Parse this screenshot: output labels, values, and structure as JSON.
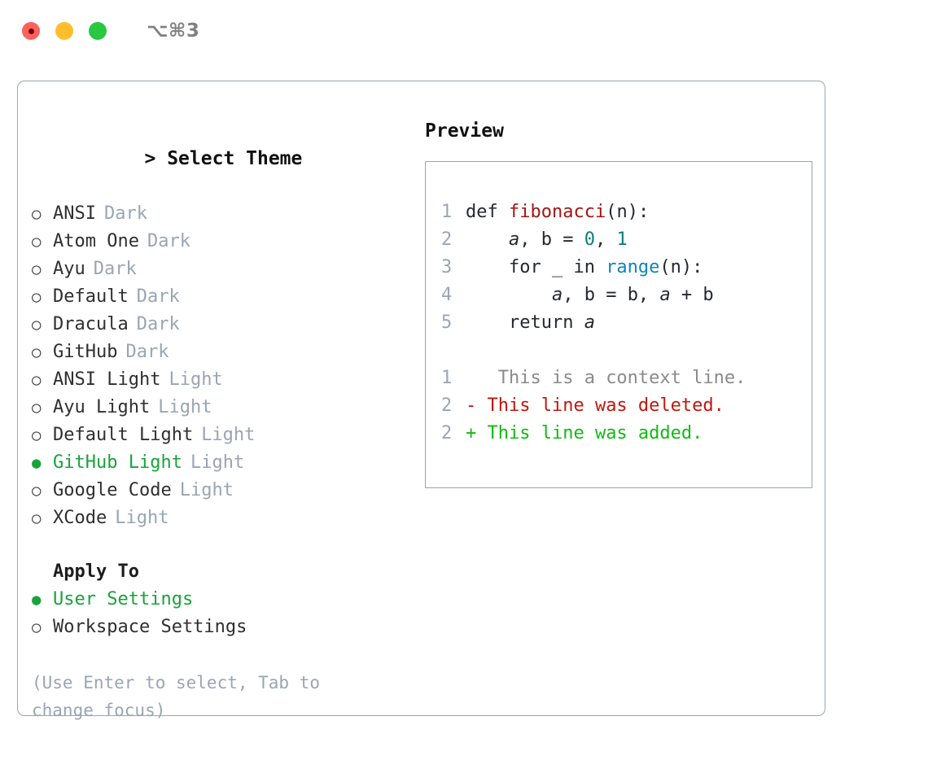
{
  "titlebar": {
    "shortcut": "⌥⌘3",
    "buttons": [
      {
        "name": "close",
        "color": "#ff6059"
      },
      {
        "name": "minimize",
        "color": "#ffbd2e"
      },
      {
        "name": "maximize",
        "color": "#28c840"
      }
    ]
  },
  "theme_picker": {
    "caret": ">",
    "title": "Select Theme",
    "bullet_unselected": "○",
    "bullet_selected": "●",
    "items": [
      {
        "label": "ANSI",
        "tag": "Dark",
        "selected": false
      },
      {
        "label": "Atom One",
        "tag": "Dark",
        "selected": false
      },
      {
        "label": "Ayu",
        "tag": "Dark",
        "selected": false
      },
      {
        "label": "Default",
        "tag": "Dark",
        "selected": false
      },
      {
        "label": "Dracula",
        "tag": "Dark",
        "selected": false
      },
      {
        "label": "GitHub",
        "tag": "Dark",
        "selected": false
      },
      {
        "label": "ANSI Light",
        "tag": "Light",
        "selected": false
      },
      {
        "label": "Ayu Light",
        "tag": "Light",
        "selected": false
      },
      {
        "label": "Default Light",
        "tag": "Light",
        "selected": false
      },
      {
        "label": "GitHub Light",
        "tag": "Light",
        "selected": true
      },
      {
        "label": "Google Code",
        "tag": "Light",
        "selected": false
      },
      {
        "label": "XCode",
        "tag": "Light",
        "selected": false
      }
    ]
  },
  "apply_to": {
    "heading": "Apply To",
    "items": [
      {
        "label": "User Settings",
        "selected": true
      },
      {
        "label": "Workspace Settings",
        "selected": false
      }
    ]
  },
  "hint": "(Use Enter to select, Tab to change focus)",
  "preview": {
    "title": "Preview",
    "code_lines": [
      {
        "num": "1",
        "tokens": [
          {
            "t": "def ",
            "k": "plain"
          },
          {
            "t": "fibonacci",
            "k": "fn"
          },
          {
            "t": "(n):",
            "k": "plain"
          }
        ]
      },
      {
        "num": "2",
        "tokens": [
          {
            "t": "    ",
            "k": "plain"
          },
          {
            "t": "a",
            "k": "var"
          },
          {
            "t": ", b = ",
            "k": "plain"
          },
          {
            "t": "0",
            "k": "num"
          },
          {
            "t": ", ",
            "k": "plain"
          },
          {
            "t": "1",
            "k": "num"
          }
        ]
      },
      {
        "num": "3",
        "tokens": [
          {
            "t": "    for _ in ",
            "k": "plain"
          },
          {
            "t": "range",
            "k": "call"
          },
          {
            "t": "(n):",
            "k": "plain"
          }
        ]
      },
      {
        "num": "4",
        "tokens": [
          {
            "t": "        ",
            "k": "plain"
          },
          {
            "t": "a",
            "k": "var"
          },
          {
            "t": ", b = b, ",
            "k": "plain"
          },
          {
            "t": "a",
            "k": "var"
          },
          {
            "t": " + b",
            "k": "plain"
          }
        ]
      },
      {
        "num": "5",
        "tokens": [
          {
            "t": "    return ",
            "k": "plain"
          },
          {
            "t": "a",
            "k": "var"
          }
        ]
      }
    ],
    "diff_lines": [
      {
        "num": "1",
        "marker": " ",
        "text": "  This is a context line.",
        "kind": "context"
      },
      {
        "num": "2",
        "marker": "-",
        "text": " This line was deleted.",
        "kind": "deleted"
      },
      {
        "num": "2",
        "marker": "+",
        "text": " This line was added.",
        "kind": "added"
      }
    ]
  },
  "colors": {
    "selected_green": "#19a33a",
    "tag_grey": "#9aa5b4",
    "border": "#9aa5b4",
    "fn_red": "#a31515",
    "num_teal": "#0d7d7d",
    "call_blue": "#0e84bd",
    "diff_del": "#c0170c",
    "diff_add": "#13ba13",
    "diff_ctx": "#8a8a8a"
  }
}
